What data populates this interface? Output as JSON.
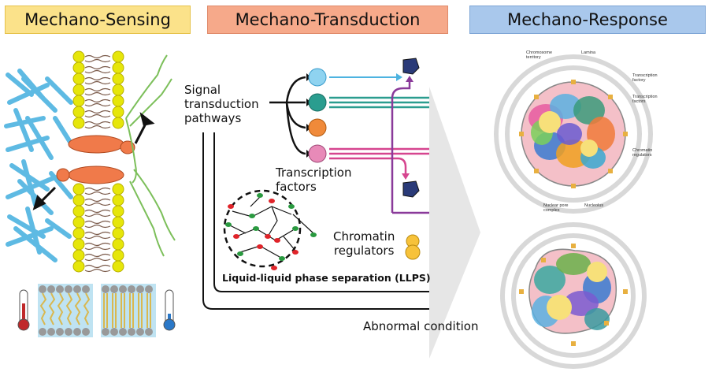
{
  "headers": {
    "sensing": "Mechano-Sensing",
    "transduction": "Mechano-Transduction",
    "response": "Mechano-Response"
  },
  "transduction": {
    "signal_pathways": "Signal\ntransduction\npathways",
    "transcription_factors": "Transcription\nfactors",
    "chromatin_regulators": "Chromatin\nregulators",
    "llps": "Liquid-liquid phase separation (LLPS)",
    "abnormal_condition": "Abnormal condition"
  },
  "nucleus_labels": {
    "chromosome_territory": "Chromosome\nterritory",
    "lamina": "Lamina",
    "transcription_factory": "Transcription\nfactory",
    "transcription_factors": "Transcription\nfactors",
    "chromatin_regulators": "Chromatin\nregulators",
    "nuclear_pore_complex": "Nuclear pore\ncomplex",
    "nucleolus": "Nucleolus"
  },
  "colors": {
    "sensing_header": "#fbe28a",
    "transduction_header": "#f6a98a",
    "response_header": "#a9c8ec",
    "cytoskeleton": "#4db3e0",
    "lipid_head": "#e0e000",
    "channel": "#f07a4a",
    "ecm_fiber": "#7cbf5a",
    "pathway_teal": "#2a9d8f",
    "pathway_pink": "#d6458f",
    "pathway_purple": "#8a3a9a"
  }
}
